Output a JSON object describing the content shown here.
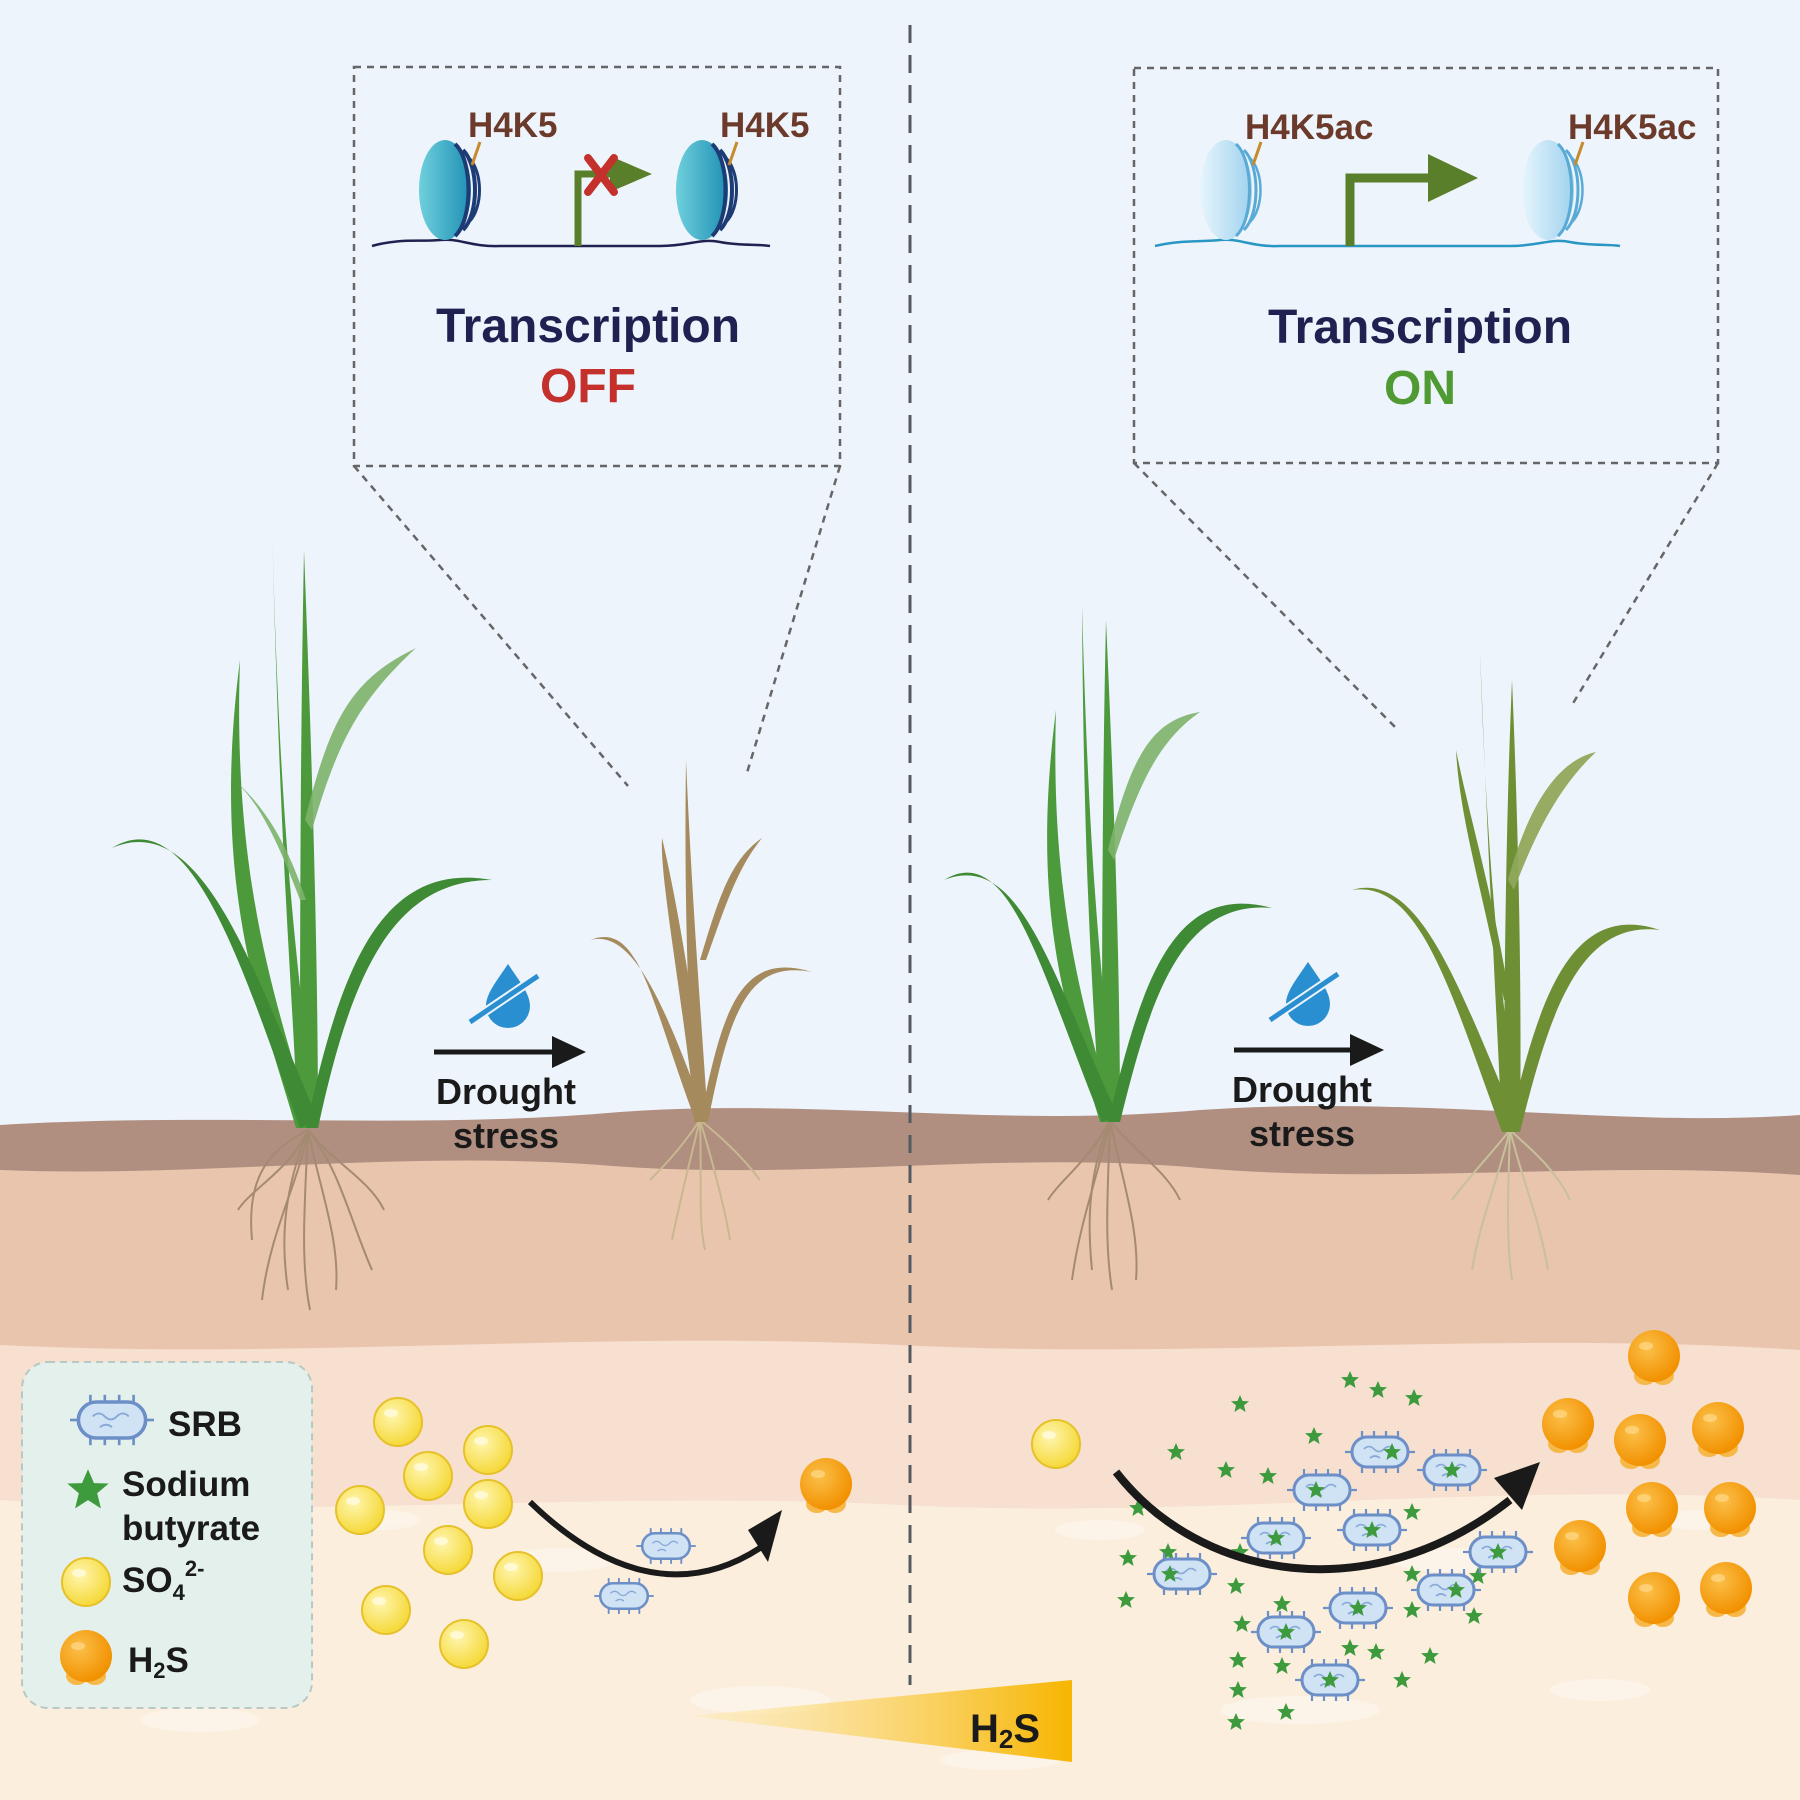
{
  "left_panel": {
    "histone_mark_1": "H4K5",
    "histone_mark_2": "H4K5",
    "transcription_label": "Transcription",
    "transcription_state": "OFF",
    "stress_line1": "Drought",
    "stress_line2": "stress"
  },
  "right_panel": {
    "histone_mark_1": "H4K5ac",
    "histone_mark_2": "H4K5ac",
    "transcription_label": "Transcription",
    "transcription_state": "ON",
    "stress_line1": "Drought",
    "stress_line2": "stress"
  },
  "legend": {
    "srb": "SRB",
    "butyrate_line1": "Sodium",
    "butyrate_line2": "butyrate",
    "sulfate_base": "SO",
    "sulfate_sub": "4",
    "sulfate_sup": "2-",
    "h2s_pre": "H",
    "h2s_sub": "2",
    "h2s_post": "S"
  },
  "gradient_label": {
    "pre": "H",
    "sub": "2",
    "post": "S"
  },
  "icons": [
    "nucleosome-icon",
    "transcription-start-arrow-icon",
    "blocked-x-icon",
    "no-water-drop-icon",
    "srb-bacterium-icon",
    "star-icon",
    "sulfate-ball-icon",
    "h2s-ball-icon",
    "rice-plant-icon"
  ],
  "colors": {
    "sky": "#eef4fc",
    "soil_top": "#b08e80",
    "soil_mid": "#e8c4ae",
    "soil_low": "#f5ddcb",
    "soil_bottom": "#fbeedd",
    "histone_mark_text": "#6b3a2a",
    "transcription_text": "#1f2250",
    "off": "#c4302b",
    "on": "#4f9a32",
    "healthy_leaf": "#4c9a3c",
    "dry_leaf": "#a48a5c",
    "recovered_leaf": "#6e8f34",
    "sulfate": "#f7e15a",
    "h2s": "#f59f0f",
    "srb_body": "#cfe3f5",
    "butyrate_star": "#3d9a3d",
    "legend_bg": "#e4f0ec",
    "gradient": "#f7b500"
  }
}
